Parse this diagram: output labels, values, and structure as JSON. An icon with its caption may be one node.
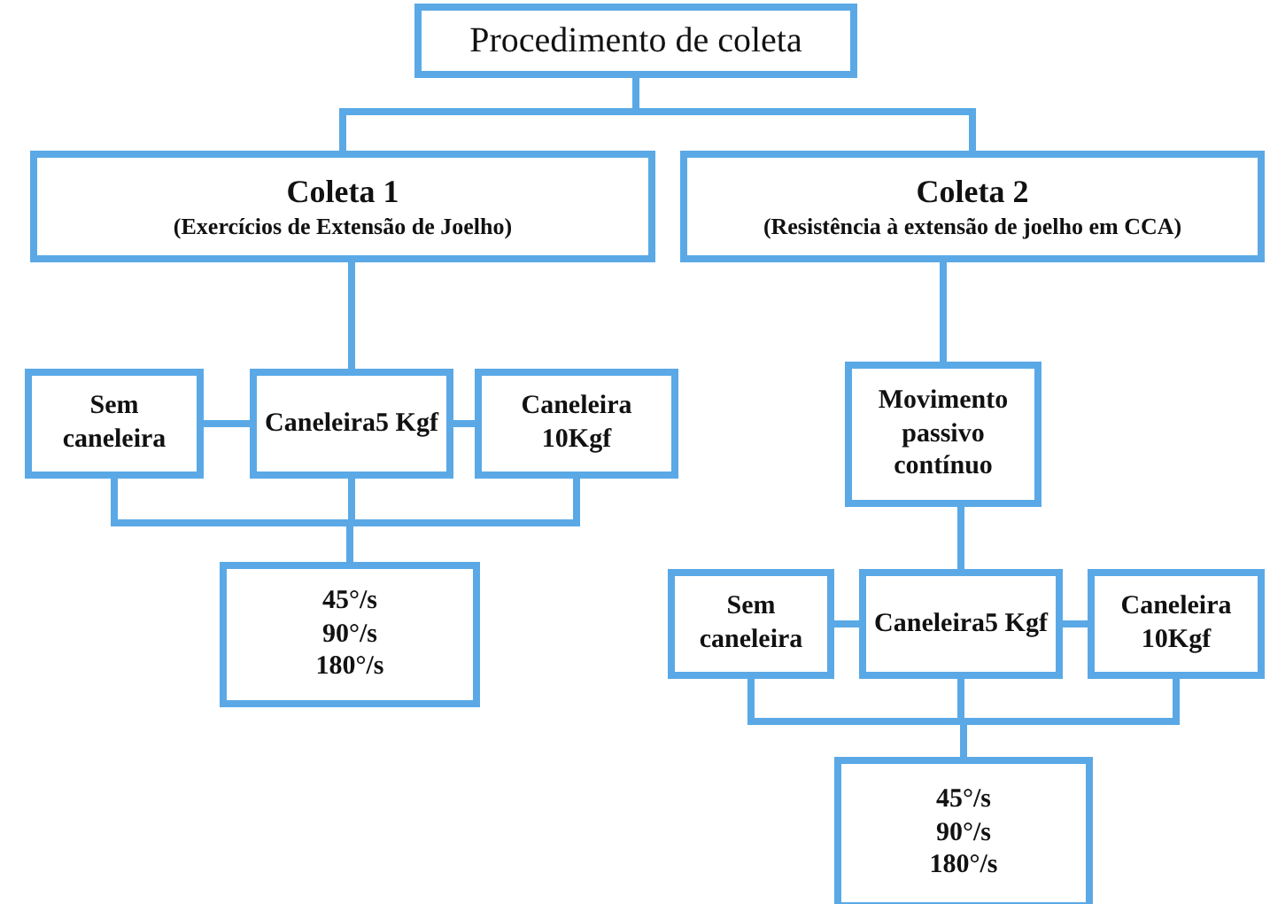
{
  "diagram": {
    "nodes": [
      {
        "text": [
          "Procedimento de coleta"
        ]
      },
      {
        "text": [
          "Coleta 1",
          "(Exercícios de Extensão de Joelho)"
        ]
      },
      {
        "text": [
          "Coleta 2",
          "(Resistência à extensão de joelho em CCA)"
        ]
      },
      {
        "text": [
          "Sem caneleira"
        ]
      },
      {
        "text": [
          "Caneleira5 Kgf"
        ]
      },
      {
        "text": [
          "Caneleira 10Kgf"
        ]
      },
      {
        "text": [
          "45°/s",
          "90°/s",
          "180°/s"
        ]
      },
      {
        "text": [
          "Movimento passivo contínuo"
        ]
      },
      {
        "text": [
          "Sem caneleira"
        ]
      },
      {
        "text": [
          "Caneleira5 Kgf"
        ]
      },
      {
        "text": [
          "Caneleira 10Kgf"
        ]
      },
      {
        "text": [
          "45°/s",
          "90°/s",
          "180°/s"
        ]
      }
    ],
    "edges": [
      {
        "from": 0,
        "to": 1,
        "arrow": "none"
      },
      {
        "from": 0,
        "to": 2,
        "arrow": "none"
      },
      {
        "from": 1,
        "to": 4,
        "arrow": "none"
      },
      {
        "from": 3,
        "to": 4,
        "arrow": "none"
      },
      {
        "from": 4,
        "to": 5,
        "arrow": "none"
      },
      {
        "from": 3,
        "to": 6,
        "arrow": "none"
      },
      {
        "from": 4,
        "to": 6,
        "arrow": "none"
      },
      {
        "from": 5,
        "to": 6,
        "arrow": "none"
      },
      {
        "from": 2,
        "to": 7,
        "arrow": "none"
      },
      {
        "from": 7,
        "to": 9,
        "arrow": "none"
      },
      {
        "from": 8,
        "to": 9,
        "arrow": "none"
      },
      {
        "from": 9,
        "to": 10,
        "arrow": "none"
      },
      {
        "from": 8,
        "to": 11,
        "arrow": "none"
      },
      {
        "from": 9,
        "to": 11,
        "arrow": "none"
      },
      {
        "from": 10,
        "to": 11,
        "arrow": "none"
      }
    ]
  }
}
